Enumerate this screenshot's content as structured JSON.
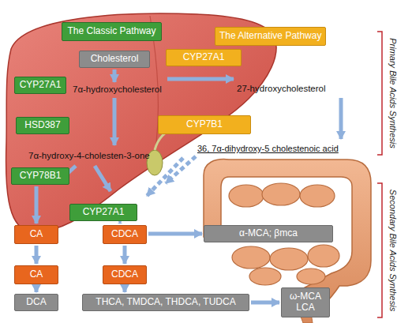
{
  "diagram": {
    "nodes": [
      {
        "text": [
          "The Classic Pathway"
        ]
      },
      {
        "text": [
          "The Alternative Pathway"
        ]
      },
      {
        "text": [
          "Cholesterol"
        ]
      },
      {
        "text": [
          "CYP27A1"
        ]
      },
      {
        "text": [
          "CYP27A1"
        ]
      },
      {
        "text": [
          "CYP7B1"
        ]
      },
      {
        "text": [
          "HSD387"
        ]
      },
      {
        "text": [
          "CYP78B1"
        ]
      },
      {
        "text": [
          "CYP27A1"
        ]
      },
      {
        "text": [
          "CA"
        ]
      },
      {
        "text": [
          "CDCA"
        ]
      },
      {
        "text": [
          "α-MCA; βmca"
        ]
      },
      {
        "text": [
          "CA"
        ]
      },
      {
        "text": [
          "CDCA"
        ]
      },
      {
        "text": [
          "DCA"
        ]
      },
      {
        "text": [
          "THCA, TMDCA, THDCA, TUDCA"
        ]
      },
      {
        "text": [
          "ω-MCA LCA"
        ]
      }
    ],
    "edges": [
      {
        "from": 7,
        "to": 9,
        "arrow": "to"
      },
      {
        "from": 8,
        "to": 10,
        "arrow": "to"
      },
      {
        "from": 9,
        "to": 12,
        "arrow": "to"
      },
      {
        "from": 10,
        "to": 13,
        "arrow": "to"
      },
      {
        "from": 10,
        "to": 11,
        "arrow": "to"
      },
      {
        "from": 12,
        "to": 14,
        "arrow": "to"
      },
      {
        "from": 13,
        "to": 15,
        "arrow": "to"
      },
      {
        "from": 15,
        "to": 16,
        "arrow": "to"
      }
    ],
    "labels": [
      "7α-hydroxycholesterol",
      "7α-hydroxy-4-cholesten-3-one",
      "27-hydroxycholesterol",
      "36, 7α-dihydroxy-5 cholestenoic acid",
      "Primary Bile Acids Synthesis",
      "Secondary Bile Acids Synthesis"
    ]
  }
}
